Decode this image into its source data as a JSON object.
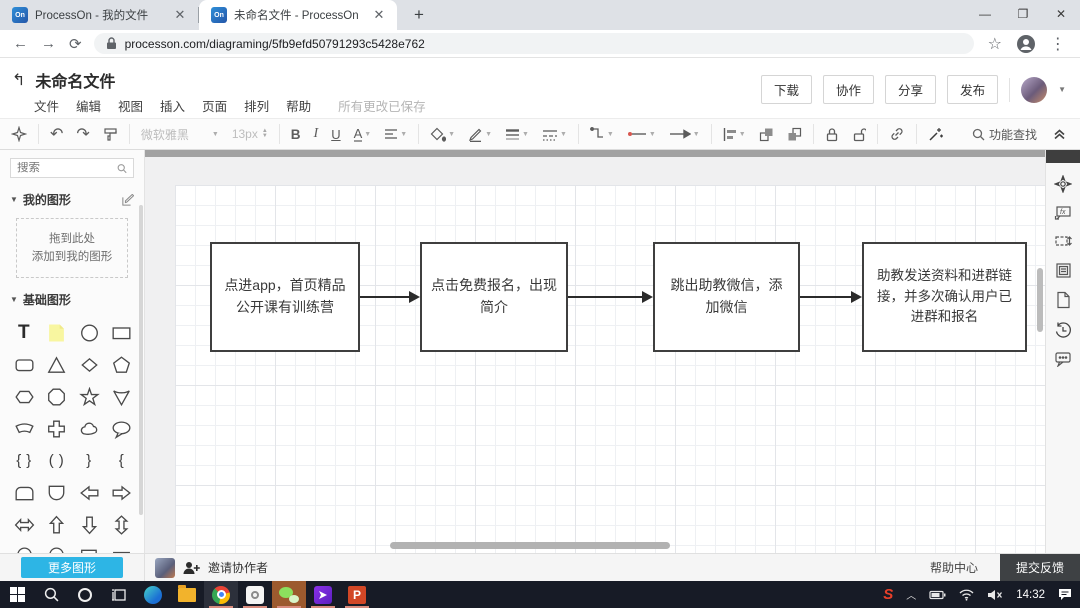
{
  "browser": {
    "tabs": [
      {
        "label": "ProcessOn - 我的文件",
        "favicon": "On"
      },
      {
        "label": "未命名文件 - ProcessOn",
        "favicon": "On"
      }
    ],
    "url": "processon.com/diagraming/5fb9efd50791293c5428e762"
  },
  "header": {
    "title": "未命名文件",
    "menu": [
      "文件",
      "编辑",
      "视图",
      "插入",
      "页面",
      "排列",
      "帮助"
    ],
    "save_status": "所有更改已保存",
    "actions": [
      "下载",
      "协作",
      "分享",
      "发布"
    ]
  },
  "toolbar": {
    "font_name": "微软雅黑",
    "font_size": "13px",
    "bold_label": "B",
    "italic_label": "I",
    "underline_label": "U",
    "font_color_label": "A",
    "search_label": "功能查找"
  },
  "sidebar": {
    "search_placeholder": "搜索",
    "my_shapes_label": "我的图形",
    "basic_shapes_label": "基础图形",
    "dropzone_line1": "拖到此处",
    "dropzone_line2": "添加到我的图形",
    "more_shapes_label": "更多图形",
    "shapes": [
      "text",
      "sticky-note",
      "circle",
      "rectangle",
      "rounded-rectangle",
      "triangle",
      "diamond",
      "pentagon",
      "hexagon",
      "octagon",
      "star",
      "cone",
      "arc-band",
      "cross",
      "cloud",
      "callout",
      "brace-pair",
      "paren-pair",
      "brace-right",
      "brace-left",
      "rounded-top-rectangle",
      "d-shape",
      "arrow-left",
      "arrow-right",
      "arrow-horizontal",
      "arrow-up",
      "arrow-down",
      "arrow-vertical",
      "u-shape",
      "u-shape-2",
      "corner-flag",
      "small-rectangle"
    ]
  },
  "canvas": {
    "boxes": [
      {
        "text": "点进app，首页精品公开课有训练营"
      },
      {
        "text": "点击免费报名，出现简介"
      },
      {
        "text": "跳出助教微信，添加微信"
      },
      {
        "text": "助教发送资料和进群链接，并多次确认用户已进群和报名"
      }
    ]
  },
  "right_panel": {
    "icons": [
      "position-compass",
      "style-board",
      "canvas-size",
      "format-panel",
      "new-page",
      "history",
      "comments"
    ]
  },
  "bottom_bar": {
    "invite_label": "邀请协作者",
    "help_center_label": "帮助中心",
    "feedback_label": "提交反馈"
  },
  "taskbar": {
    "time": "14:32"
  }
}
